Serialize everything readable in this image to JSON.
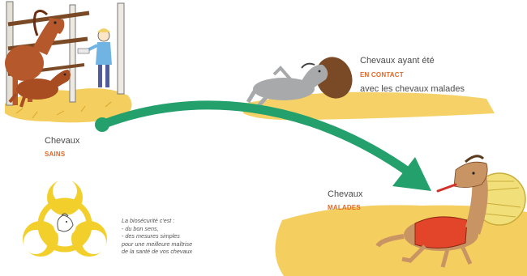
{
  "labels": {
    "healthy": {
      "text": "Chevaux",
      "status": "SAINS"
    },
    "contact": {
      "line1": "Chevaux ayant été",
      "status": "EN CONTACT",
      "line2": "avec les chevaux malades"
    },
    "sick": {
      "text": "Chevaux",
      "status": "MALADES"
    }
  },
  "biosecurity": {
    "lines": [
      "La biosécurité c'est :",
      "- du bon sens,",
      "- des mesures simples",
      "pour une meilleure maîtrise",
      "de la santé de vos chevaux"
    ]
  },
  "colors": {
    "arrow": "#24a06c",
    "accent": "#e06a2b",
    "straw": "#f3c94e",
    "biohazard": "#f2cf2a",
    "horse_brown": "#b5582b",
    "horse_grey": "#a7a9ab",
    "horse_tan": "#c99463",
    "blanket": "#e2452a"
  },
  "icons": [
    "biohazard-icon",
    "horse-head-icon"
  ]
}
